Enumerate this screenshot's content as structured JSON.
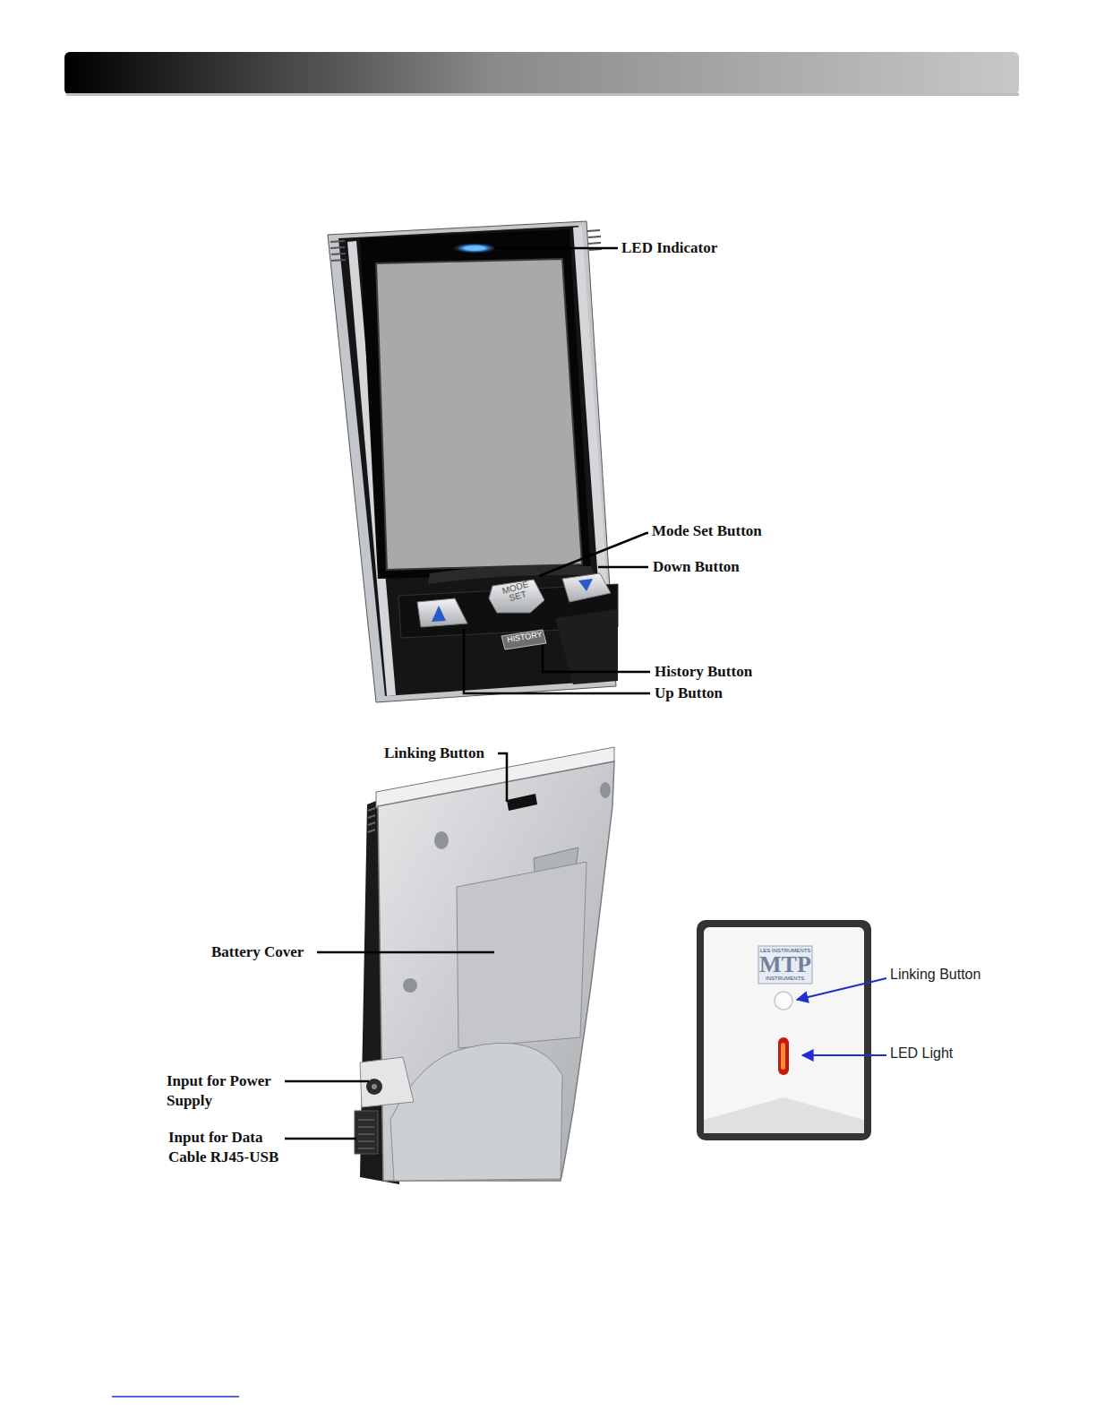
{
  "diagram": {
    "labels": [
      "LED Indicator",
      "Mode Set Button",
      "Down Button",
      "History Button",
      "Up Button",
      "MODE SET",
      "HISTORY",
      "Linking Button",
      "Battery Cover",
      "Input for Power Supply",
      "Input for Data Cable RJ45-USB",
      "LES INSTRUMENTS",
      "MTP",
      "INSTRUMENTS",
      "Linking Button",
      "LED Light"
    ]
  }
}
